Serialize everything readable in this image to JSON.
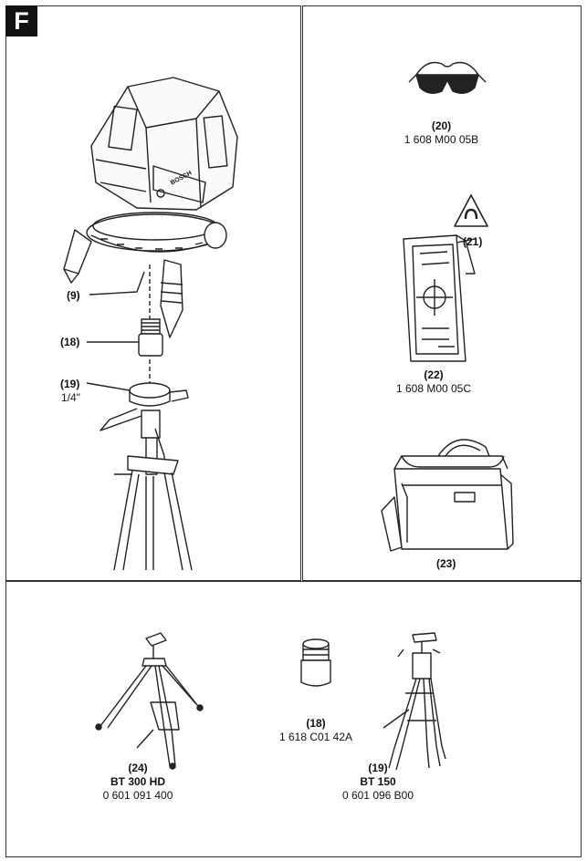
{
  "figure_letter": "F",
  "laser_level": {
    "ref": "(9)"
  },
  "adapter_main": {
    "ref": "(18)"
  },
  "tripod_main": {
    "ref": "(19)",
    "thread": "1/4\""
  },
  "glasses": {
    "ref": "(20)",
    "number": "1 608 M00 05B"
  },
  "target_plate": {
    "ref": "(22)",
    "number": "1 608 M00 05C"
  },
  "magnet_ref": "(21)",
  "bag": {
    "ref": "(23)"
  },
  "tripod_bt300": {
    "ref": "(24)",
    "model": "BT 300 HD",
    "number": "0 601 091 400"
  },
  "adapter_bottom": {
    "ref": "(18)",
    "number": "1 618 C01 42A"
  },
  "tripod_bt150": {
    "ref": "(19)",
    "model": "BT 150",
    "number": "0 601 096 B00"
  },
  "laser_brand_text": "BOSCH"
}
